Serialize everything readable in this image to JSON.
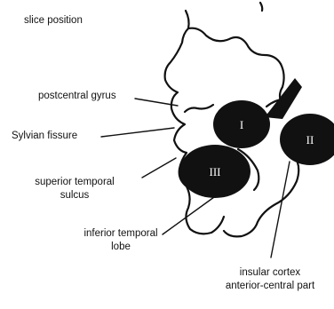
{
  "labels": {
    "slice_position": "slice position",
    "postcentral_gyrus": "postcentral gyrus",
    "sylvian_fissure": "Sylvian fissure",
    "superior_temporal_sulcus_line1": "superior temporal",
    "superior_temporal_sulcus_line2": "sulcus",
    "inferior_temporal_lobe_line1": "inferior temporal",
    "inferior_temporal_lobe_line2": "lobe",
    "insular_cortex_line1": "insular cortex",
    "insular_cortex_line2": "anterior-central part"
  },
  "regions": {
    "region_1": "I",
    "region_2": "II",
    "region_3": "III"
  },
  "colors": {
    "ink": "#111111",
    "region_fill": "#111111",
    "region_text": "#ffffff",
    "background": "#ffffff"
  }
}
